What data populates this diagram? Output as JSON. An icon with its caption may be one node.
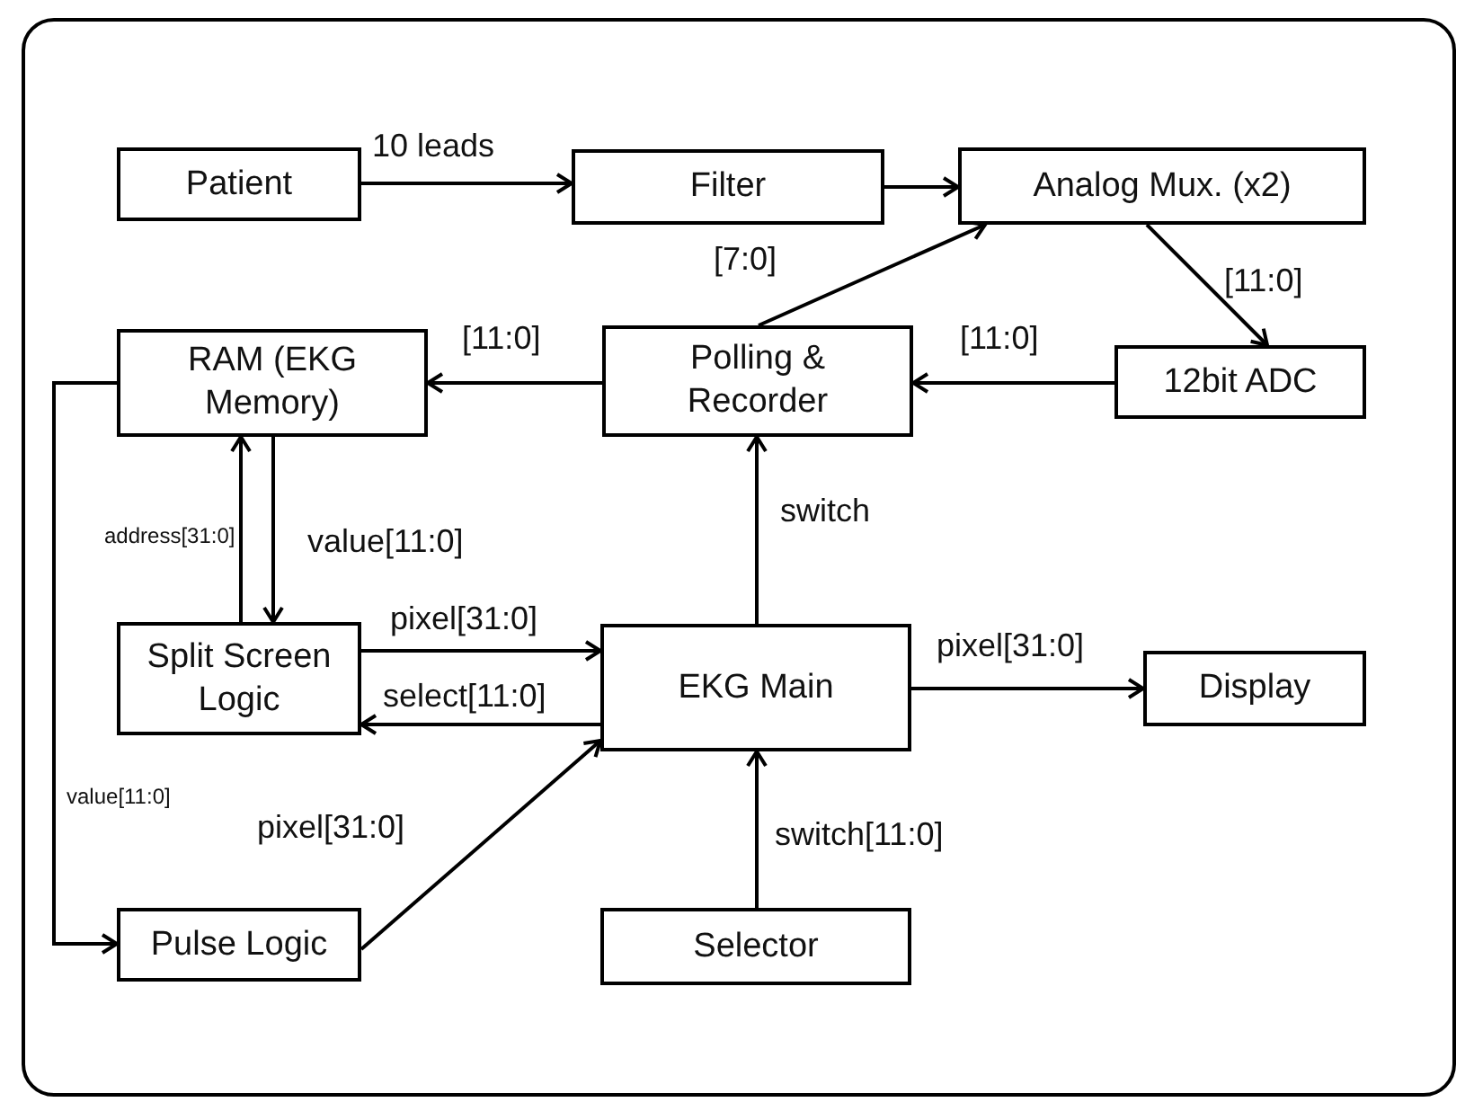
{
  "diagram": {
    "nodes": [
      {
        "text": [
          "Patient"
        ]
      },
      {
        "text": [
          "Filter"
        ]
      },
      {
        "text": [
          "Analog Mux. (x2)"
        ]
      },
      {
        "text": [
          "RAM (EKG Memory)"
        ]
      },
      {
        "text": [
          "Polling & Recorder"
        ]
      },
      {
        "text": [
          "12bit ADC"
        ]
      },
      {
        "text": [
          "Split Screen Logic"
        ]
      },
      {
        "text": [
          "EKG Main"
        ]
      },
      {
        "text": [
          "Display"
        ]
      },
      {
        "text": [
          "Pulse Logic"
        ]
      },
      {
        "text": [
          "Selector"
        ]
      }
    ],
    "edges": [
      {
        "from": 0,
        "to": 1,
        "arrow": "to",
        "label": "10 leads"
      },
      {
        "from": 1,
        "to": 2,
        "arrow": "to"
      },
      {
        "from": 4,
        "to": 2,
        "arrow": "to",
        "label": "[7:0]"
      },
      {
        "from": 2,
        "to": 5,
        "arrow": "to",
        "label": "[11:0]"
      },
      {
        "from": 5,
        "to": 4,
        "arrow": "to",
        "label": "[11:0]"
      },
      {
        "from": 4,
        "to": 3,
        "arrow": "to",
        "label": "[11:0]"
      },
      {
        "from": 6,
        "to": 3,
        "arrow": "to",
        "label": "address[31:0]"
      },
      {
        "from": 3,
        "to": 6,
        "arrow": "to",
        "label": "value[11:0]"
      },
      {
        "from": 6,
        "to": 7,
        "arrow": "to",
        "label": "pixel[31:0]"
      },
      {
        "from": 7,
        "to": 6,
        "arrow": "to",
        "label": "select[11:0]"
      },
      {
        "from": 7,
        "to": 4,
        "arrow": "to",
        "label": "switch"
      },
      {
        "from": 7,
        "to": 8,
        "arrow": "to",
        "label": "pixel[31:0]"
      },
      {
        "from": 10,
        "to": 7,
        "arrow": "to",
        "label": "switch[11:0]"
      },
      {
        "from": 9,
        "to": 7,
        "arrow": "to",
        "label": "pixel[31:0]"
      },
      {
        "from": 3,
        "to": 9,
        "arrow": "to",
        "label": "value[11:0]"
      }
    ]
  }
}
